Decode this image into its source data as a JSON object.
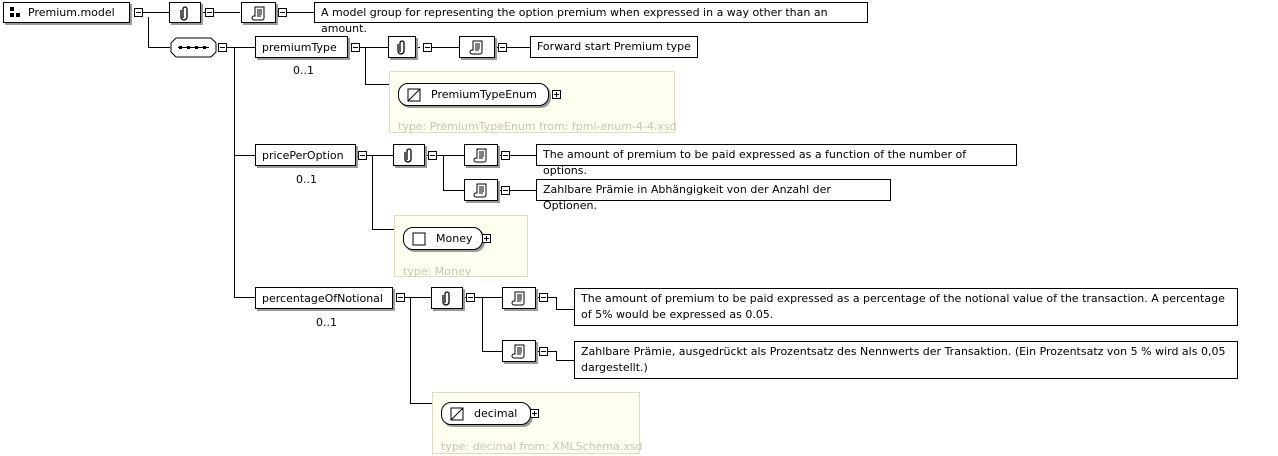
{
  "group": {
    "name": "Premium.model",
    "doc": "A model group for representing the option premium when expressed in a way other than an amount."
  },
  "elements": [
    {
      "name": "premiumType",
      "occurrence": "0..1",
      "docs": [
        "Forward start Premium type"
      ],
      "type_name": "PremiumTypeEnum",
      "type_label": "type: PremiumTypeEnum from: fpml-enum-4-4.xsd"
    },
    {
      "name": "pricePerOption",
      "occurrence": "0..1",
      "docs": [
        "The amount of premium to be paid expressed as a function of the number of options.",
        "Zahlbare Prämie in Abhängigkeit von der Anzahl der Optionen."
      ],
      "type_name": "Money",
      "type_label": "type: Money"
    },
    {
      "name": "percentageOfNotional",
      "occurrence": "0..1",
      "docs": [
        "The amount of premium to be paid expressed as a percentage of the notional value of the transaction. A percentage of 5% would be expressed as 0.05.",
        "Zahlbare Prämie, ausgedrückt als Prozentsatz des Nennwerts der Transaktion. (Ein Prozentsatz von 5 % wird als 0,05 dargestellt.)"
      ],
      "type_name": "decimal",
      "type_label": "type: decimal from: XMLSchema.xsd"
    }
  ],
  "icons": {
    "annotation": "paperclip-icon",
    "documentation": "scroll-icon",
    "sequence": "sequence-icon",
    "simple_type": "simple-type-icon",
    "complex_type": "complex-type-icon"
  }
}
